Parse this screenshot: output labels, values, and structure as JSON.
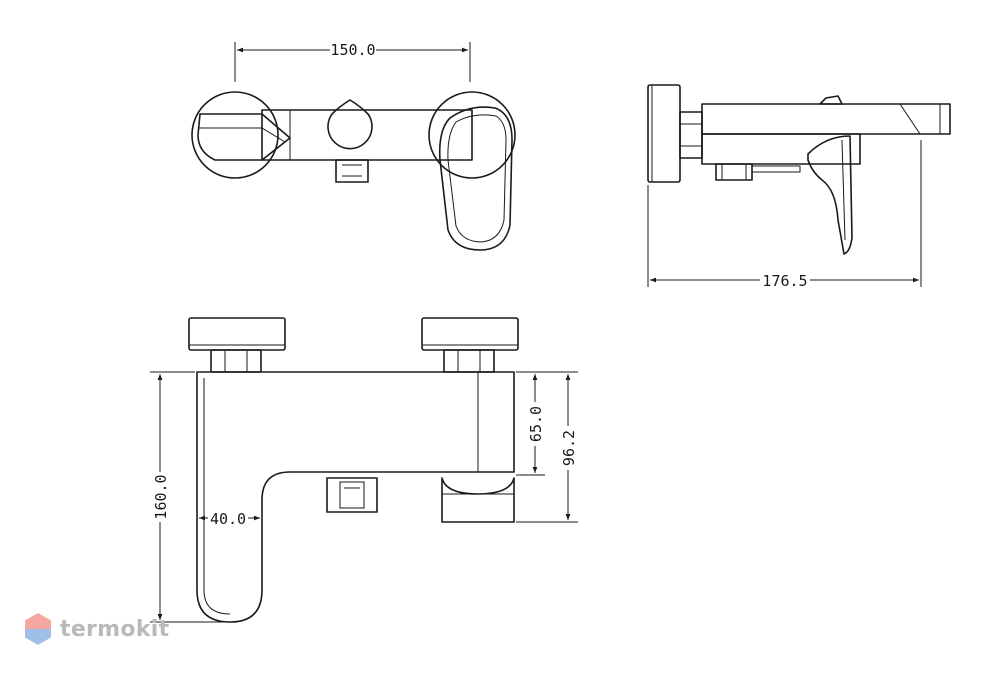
{
  "dimensions": {
    "top_width": "150.0",
    "side_depth": "176.5",
    "front_height": "160.0",
    "front_offset": "40.0",
    "body_height": "65.0",
    "outlet_height": "96.2"
  },
  "watermark": {
    "text": "termokit",
    "icon": "hexagon-logo-icon",
    "colors": {
      "top": "#f08a7e",
      "bottom": "#7fa8e0"
    }
  }
}
